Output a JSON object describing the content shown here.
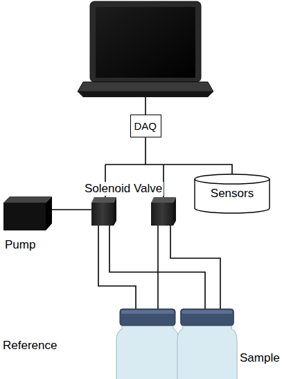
{
  "diagram": {
    "nodes": [
      {
        "text": [
          "DAQ"
        ]
      },
      {
        "text": [
          "Sensors"
        ]
      },
      {
        "text": [
          "Pump"
        ]
      },
      {
        "text": [
          "Reference"
        ]
      },
      {
        "text": [
          "Sample"
        ]
      }
    ],
    "edges": [
      {
        "from": 0,
        "to": 1,
        "arrow": "none"
      }
    ],
    "labels": [
      "Solenoid Valve"
    ]
  }
}
